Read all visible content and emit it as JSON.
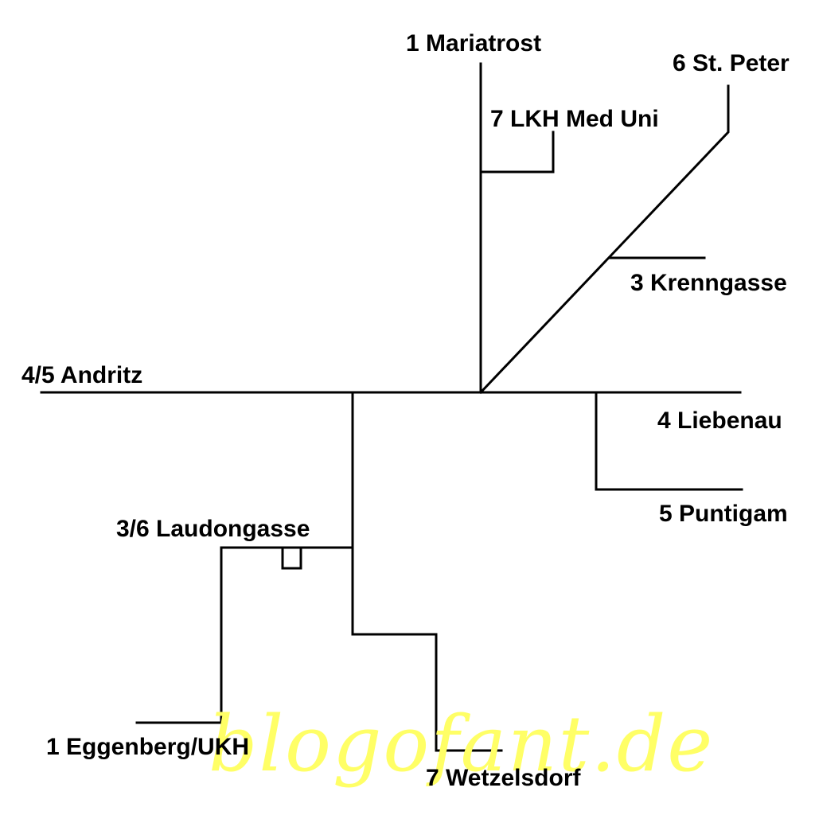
{
  "labels": {
    "mariatrost": "1 Mariatrost",
    "lkh_med_uni": "7 LKH Med Uni",
    "st_peter": "6 St. Peter",
    "krenngasse": "3 Krenngasse",
    "andritz": "4/5 Andritz",
    "liebenau": "4 Liebenau",
    "puntigam": "5 Puntigam",
    "laudongasse": "3/6 Laudongasse",
    "eggenberg_ukh": "1 Eggenberg/UKH",
    "wetzelsdorf": "7 Wetzelsdorf"
  },
  "watermark": {
    "text": "blogofant.de",
    "color": "#ffff66"
  },
  "colors": {
    "line": "#000000",
    "background": "#ffffff"
  }
}
